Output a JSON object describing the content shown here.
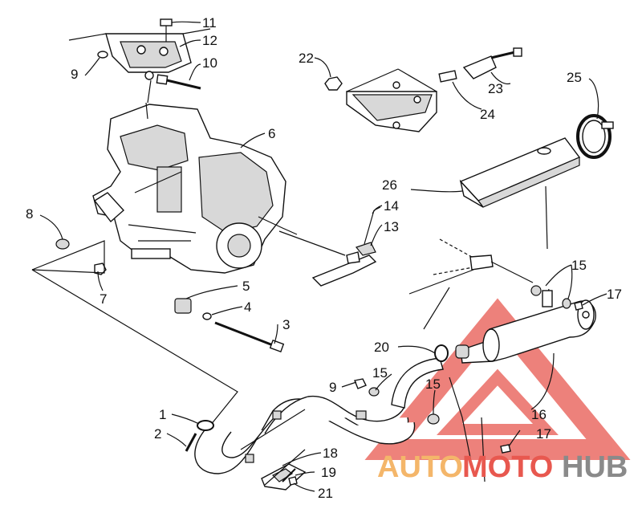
{
  "callouts": [
    {
      "id": "c11",
      "text": "11"
    },
    {
      "id": "c12",
      "text": "12"
    },
    {
      "id": "c9a",
      "text": "9"
    },
    {
      "id": "c10",
      "text": "10"
    },
    {
      "id": "c22",
      "text": "22"
    },
    {
      "id": "c23",
      "text": "23"
    },
    {
      "id": "c24",
      "text": "24"
    },
    {
      "id": "c25",
      "text": "25"
    },
    {
      "id": "c6",
      "text": "6"
    },
    {
      "id": "c26",
      "text": "26"
    },
    {
      "id": "c8",
      "text": "8"
    },
    {
      "id": "c14",
      "text": "14"
    },
    {
      "id": "c13",
      "text": "13"
    },
    {
      "id": "c7",
      "text": "7"
    },
    {
      "id": "c5",
      "text": "5"
    },
    {
      "id": "c4",
      "text": "4"
    },
    {
      "id": "c3",
      "text": "3"
    },
    {
      "id": "c15a",
      "text": "15"
    },
    {
      "id": "c17a",
      "text": "17"
    },
    {
      "id": "c20",
      "text": "20"
    },
    {
      "id": "c9b",
      "text": "9"
    },
    {
      "id": "c15b",
      "text": "15"
    },
    {
      "id": "c15c",
      "text": "15"
    },
    {
      "id": "c1",
      "text": "1"
    },
    {
      "id": "c2",
      "text": "2"
    },
    {
      "id": "c16",
      "text": "16"
    },
    {
      "id": "c17b",
      "text": "17"
    },
    {
      "id": "c18",
      "text": "18"
    },
    {
      "id": "c19",
      "text": "19"
    },
    {
      "id": "c21",
      "text": "21"
    }
  ],
  "watermark": {
    "word_part1": "AUTO",
    "word_part2": "MOTO",
    "word_part3": "HUB",
    "color_primary": "#e8584f",
    "color_secondary": "#f4b66a",
    "color_tertiary": "#8a8a8a"
  }
}
